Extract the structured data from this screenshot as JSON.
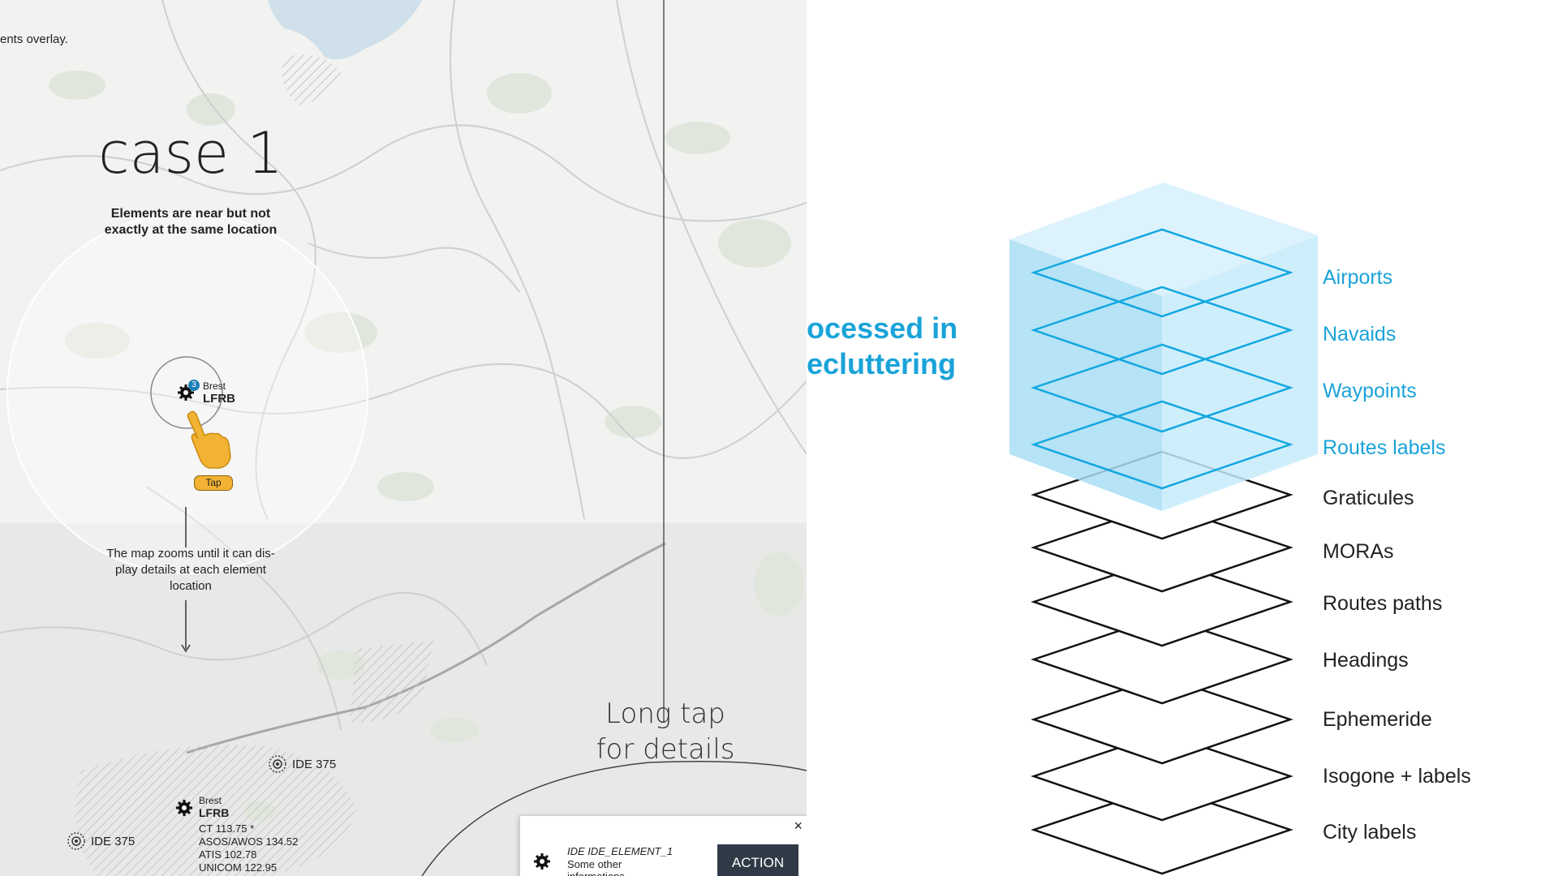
{
  "map_panel": {
    "overlay_caption": "ents overlay.",
    "case_title": "case 1",
    "case_subtitle_line1": "Elements are near but not",
    "case_subtitle_line2": "exactly at the same location",
    "marker_city": "Brest",
    "marker_code": "LFRB",
    "badge_count": "3",
    "tap_label": "Tap",
    "zoom_note_line1": "The map zooms until it can dis-",
    "zoom_note_line2": "play details at each element",
    "zoom_note_line3": "location",
    "long_tap_line1": "Long tap",
    "long_tap_line2": "for details",
    "navaid_top_label": "IDE 375",
    "navaid_left_label": "IDE 375",
    "airport_city": "Brest",
    "airport_code": "LFRB",
    "freq_ct": "CT 113.75 *",
    "freq_asos": "ASOS/AWOS 134.52",
    "freq_atis": "ATIS 102.78",
    "freq_unicom": "UNICOM 122.95",
    "popup": {
      "title": "IDE IDE_ELEMENT_1",
      "line2": "Some other",
      "line3": "informations",
      "action": "ACTION",
      "close": "×"
    }
  },
  "right_panel": {
    "heading_line1": "ocessed in",
    "heading_line2": "ecluttering",
    "accent_color": "#1aa3d9",
    "highlight_layers": [
      "Airports",
      "Navaids",
      "Waypoints",
      "Routes labels"
    ],
    "base_layers": [
      "Graticules",
      "MORAs",
      "Routes paths",
      "Headings",
      "Ephemeride",
      "Isogone + labels",
      "City labels"
    ]
  }
}
